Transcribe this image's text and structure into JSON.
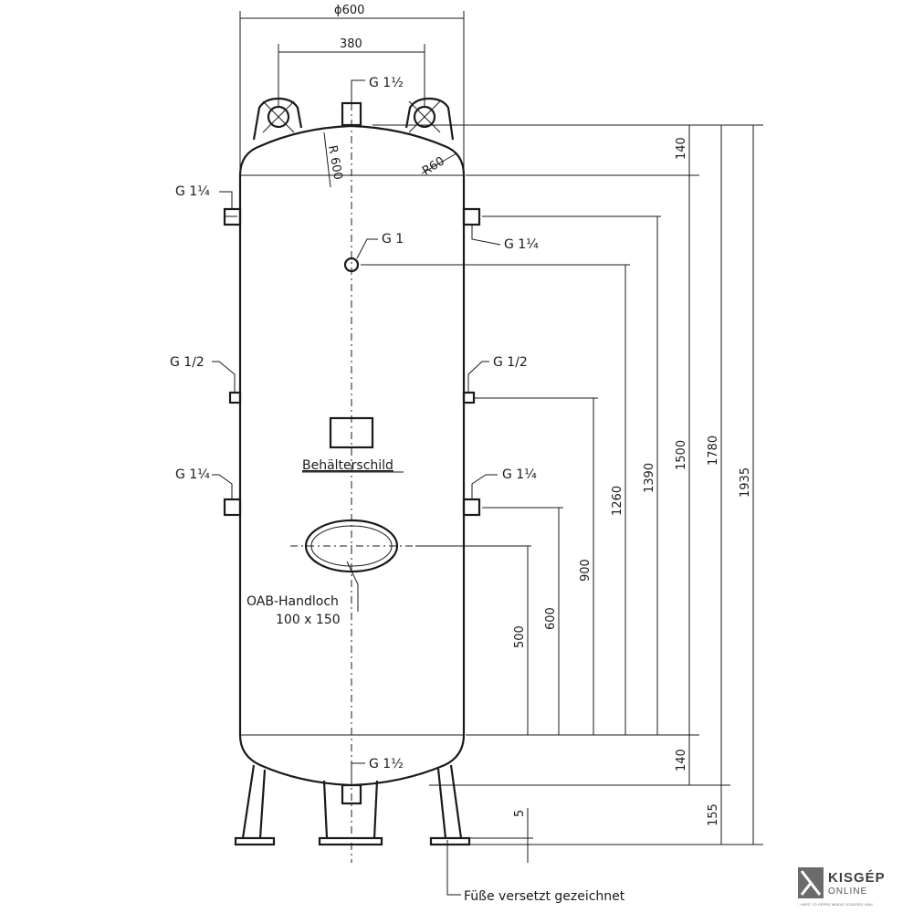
{
  "dimensions": {
    "diameter": "ϕ600",
    "lug_spacing": "380",
    "dome_radius": "R 600",
    "knuckle_radius": "R60",
    "d140_top": "140",
    "d1390": "1390",
    "d1500": "1500",
    "d1780": "1780",
    "d1935": "1935",
    "d1260": "1260",
    "d900": "900",
    "d600": "600",
    "d500": "500",
    "d140_bottom": "140",
    "d155": "155",
    "d5": "5"
  },
  "ports": {
    "top": "G 1½",
    "left_upper": "G 1¼",
    "right_upper": "G 1¼",
    "center": "G 1",
    "left_mid": "G 1/2",
    "right_mid": "G 1/2",
    "left_lower": "G 1¼",
    "right_lower": "G 1¼",
    "bottom": "G 1½"
  },
  "labels": {
    "nameplate": "Behälterschild",
    "handhole": "OAB-Handloch",
    "handhole_size": "100 x 150",
    "feet_note": "Füße versetzt gezeichnet"
  },
  "watermark": {
    "name": "KISGÉP",
    "sub": "ONLINE",
    "tagline": "...MERT JÓ GÉPRE MINDIG SZÜKSÉG VAN!"
  }
}
